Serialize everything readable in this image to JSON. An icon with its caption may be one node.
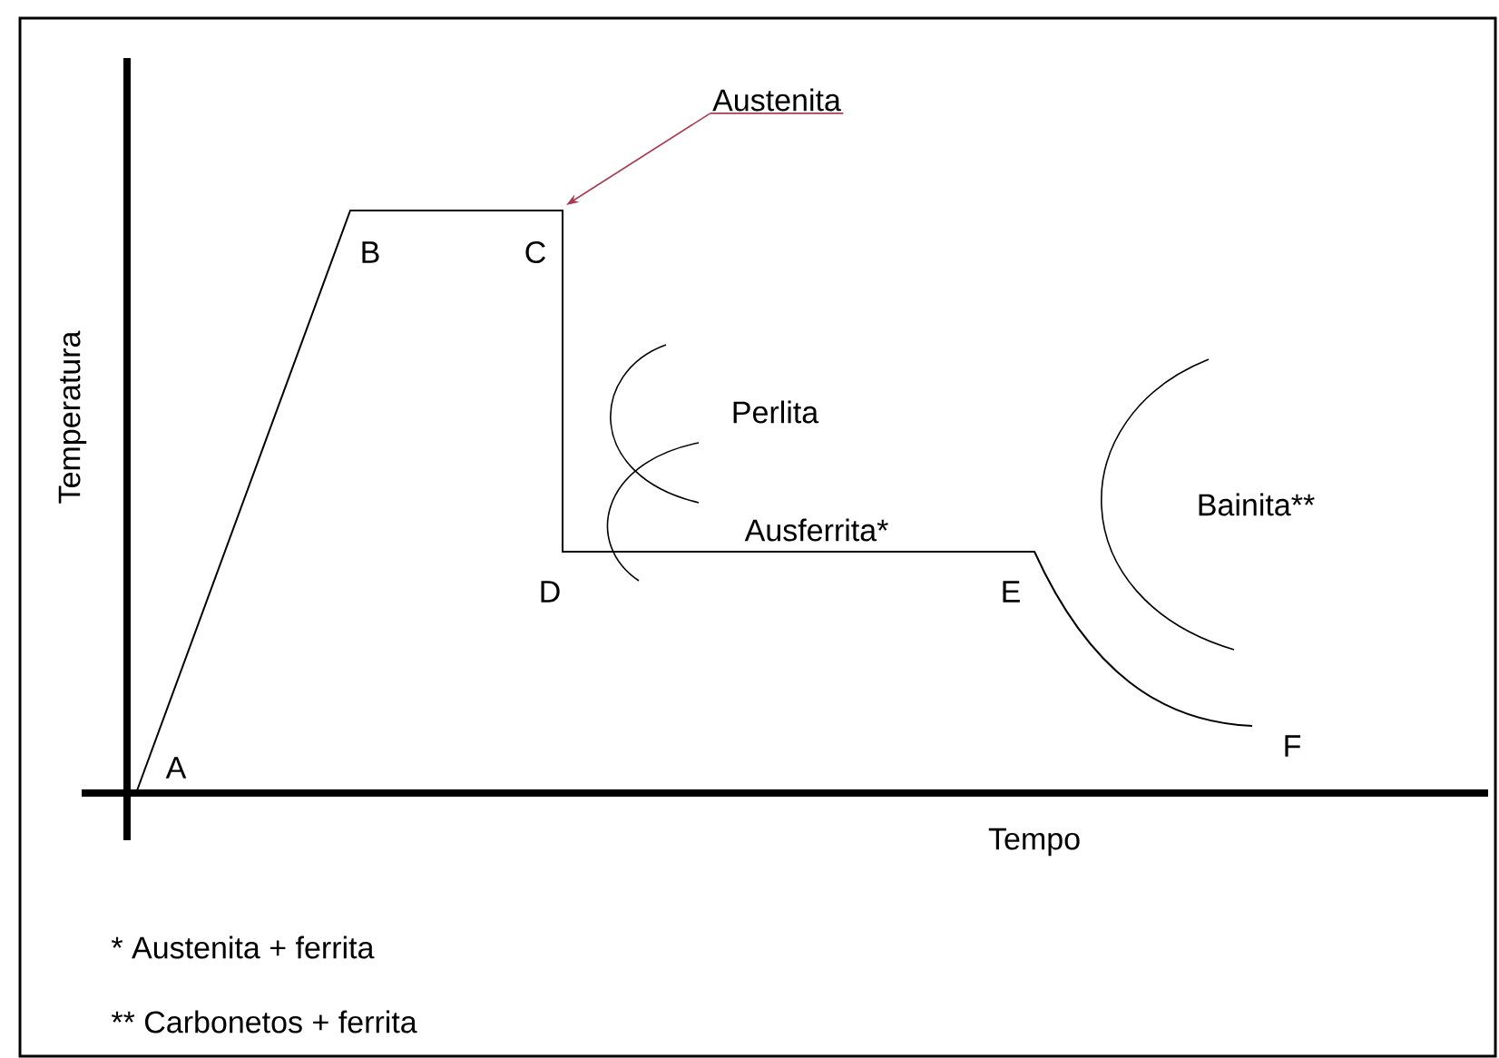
{
  "diagram": {
    "nodes": [
      {
        "text": [
          "Austenita"
        ]
      },
      {
        "text": [],
        "shape": "curve"
      }
    ],
    "edges": [
      {
        "from": 0,
        "to": 1,
        "arrow": "to",
        "color": "#a83c50"
      }
    ],
    "labels": [
      "B",
      "C",
      "Temperatura",
      "Perlita",
      "Bainita**",
      "Ausferrita*",
      "D",
      "E",
      "F",
      "A",
      "Tempo",
      "* Austenita + ferrita",
      "** Carbonetos + ferrita"
    ]
  }
}
